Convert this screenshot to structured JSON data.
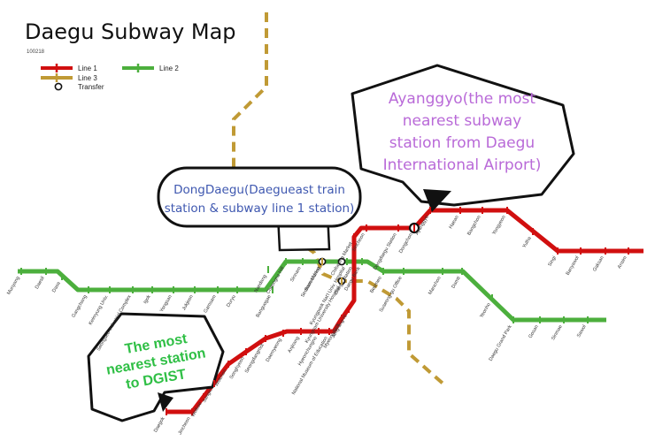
{
  "title": "Daegu Subway Map",
  "code": "100218",
  "legend": {
    "line1": "Line 1",
    "line2": "Line 2",
    "line3": "Line 3",
    "transfer": "Transfer"
  },
  "colors": {
    "line1": "#d10f0f",
    "line2": "#4caf3d",
    "line3": "#c09a35",
    "callout_ayanggyo": "#b96ad8",
    "callout_dongdaegu": "#3f58b0",
    "callout_dgist": "#2fbf45"
  },
  "callouts": {
    "ayanggyo": [
      "Ayanggyo(the most",
      "nearest subway",
      "station from Daegu",
      "International Airport)"
    ],
    "dongdaegu": [
      "DongDaegu(Daegueast train",
      "station & subway line 1 station)"
    ],
    "dgist": [
      "The most",
      "nearest station",
      "to DGIST"
    ]
  },
  "stations": {
    "line2": [
      "Munyang",
      "Daesil",
      "Dasa",
      "Gangchang",
      "Keimyung Univ.",
      "Seongseo Industrial Complex",
      "Igok",
      "Yongsan",
      "Jukjeon",
      "Gamsam",
      "Duryu",
      "Naedang",
      "Banguogae",
      "Cheongna Hill",
      "Sinnam",
      "Banwoldang",
      "Kyungpook Nat'l Univ. Hospital",
      "Daegu Bank",
      "Beomeo",
      "Suseong-gu Office",
      "Manchon",
      "Damti",
      "Yeonho",
      "Daegu Grand Park",
      "Gosan",
      "Sinmae",
      "Sawol"
    ],
    "line1": [
      "Daegok",
      "Jincheon",
      "Wolbae",
      "Sangin",
      "Wolchon",
      "Songhyeon",
      "Seongdangmot",
      "Daemyeong",
      "Anjirang",
      "Hyeonchungno",
      "National Museum of Education",
      "Myeongdeok",
      "Jung-ang-ro",
      "Daegu Station",
      "Chilseong Market",
      "Sincheon",
      "Dongdaegu Station",
      "Dongchon",
      "Ayanggyo",
      "Haean",
      "Bangchon",
      "Yongyeon",
      "Yulha",
      "Singi",
      "Banyawol",
      "Gaksan",
      "Ansim"
    ],
    "line3": [
      "Seomun Market",
      "Kyungnam University Hospital"
    ]
  }
}
